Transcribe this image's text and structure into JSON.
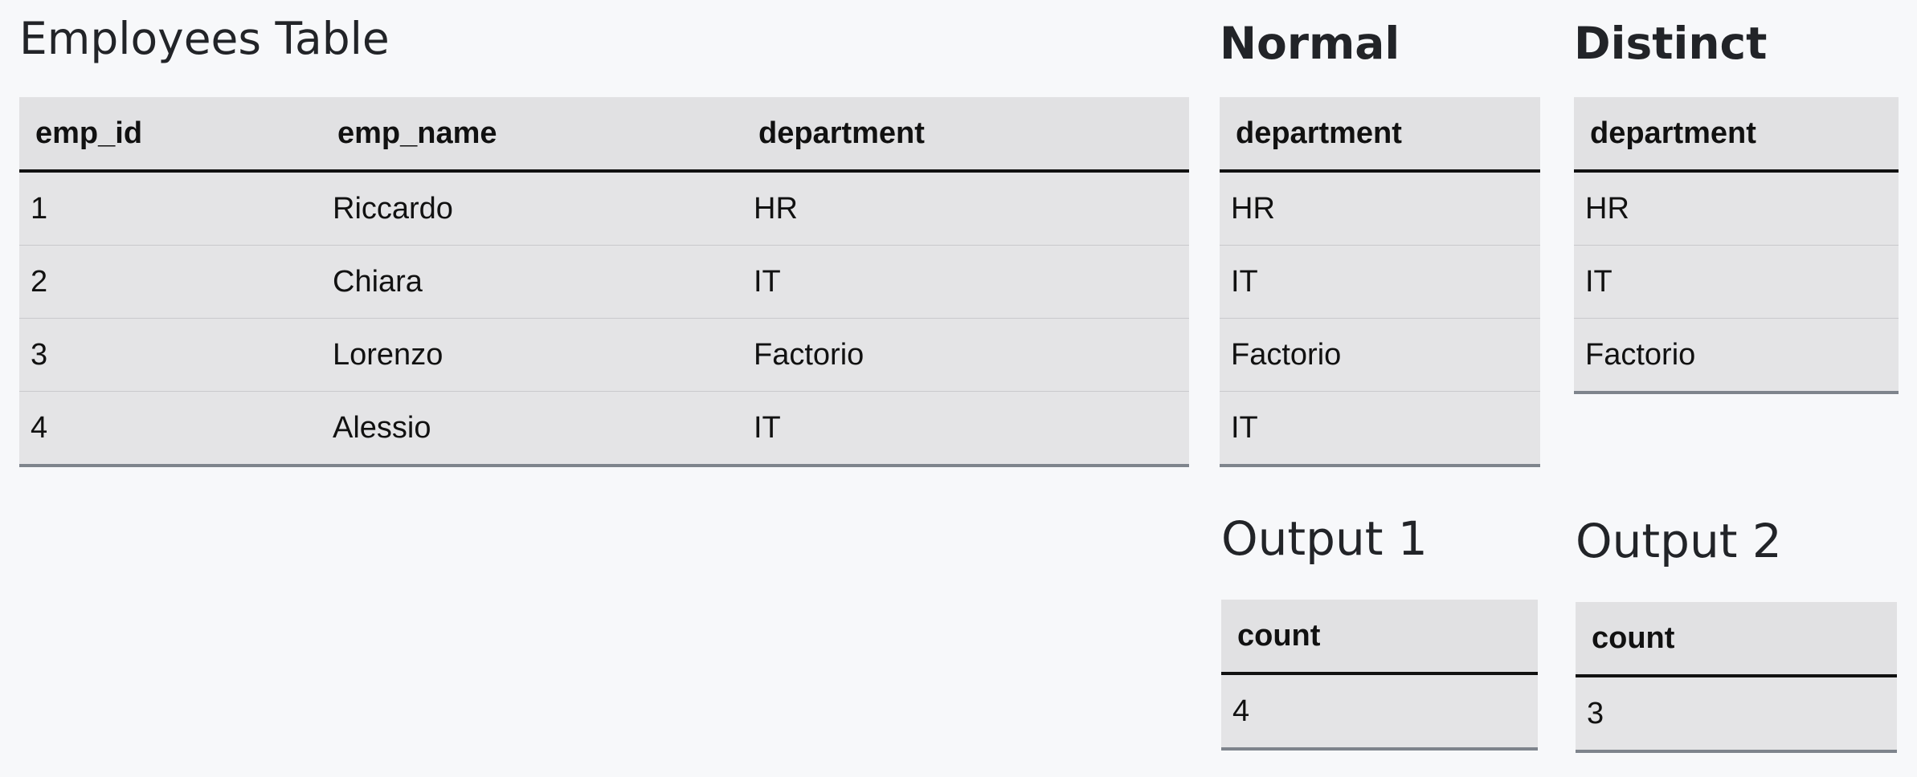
{
  "employees": {
    "title": "Employees Table",
    "headers": [
      "emp_id",
      "emp_name",
      "department"
    ],
    "rows": [
      [
        "1",
        "Riccardo",
        "HR"
      ],
      [
        "2",
        "Chiara",
        "IT"
      ],
      [
        "3",
        "Lorenzo",
        "Factorio"
      ],
      [
        "4",
        "Alessio",
        "IT"
      ]
    ]
  },
  "normal": {
    "title": "Normal",
    "header": "department",
    "rows": [
      "HR",
      "IT",
      "Factorio",
      "IT"
    ]
  },
  "distinct": {
    "title": "Distinct",
    "header": "department",
    "rows": [
      "HR",
      "IT",
      "Factorio"
    ]
  },
  "output1": {
    "title": "Output 1",
    "header": "count",
    "value": "4"
  },
  "output2": {
    "title": "Output 2",
    "header": "count",
    "value": "3"
  }
}
